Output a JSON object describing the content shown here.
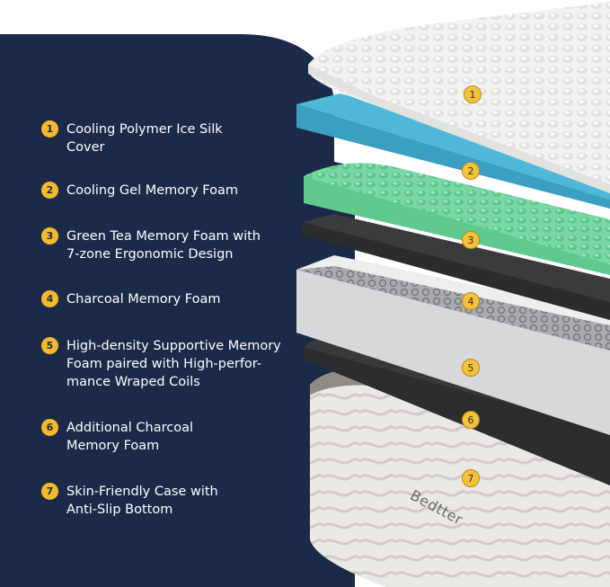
{
  "colors": {
    "panel_bg": "#1b2a49",
    "badge_yellow": "#f5b92a",
    "cover_white": "#f0f0ef",
    "gel_blue": "#46afd1",
    "green_tea": "#6fd39d",
    "charcoal": "#3a3b3d",
    "support_gray": "#d9dadb",
    "case_fabric": "#e7e5e1"
  },
  "layers": [
    {
      "num": "1",
      "label": "Cooling Polymer Ice Silk\nCover"
    },
    {
      "num": "2",
      "label": "Cooling Gel Memory Foam"
    },
    {
      "num": "3",
      "label": "Green Tea Memory Foam with\n7-zone Ergonomic Design"
    },
    {
      "num": "4",
      "label": "Charcoal Memory Foam"
    },
    {
      "num": "5",
      "label": "High-density Supportive Memory\nFoam paired with High-perfor-\nmance  Wraped Coils"
    },
    {
      "num": "6",
      "label": "Additional Charcoal\nMemory Foam"
    },
    {
      "num": "7",
      "label": "Skin-Friendly Case with\nAnti-Slip Bottom"
    }
  ],
  "markers": [
    "1",
    "2",
    "3",
    "4",
    "5",
    "6",
    "7"
  ],
  "brand": "Bedtter"
}
